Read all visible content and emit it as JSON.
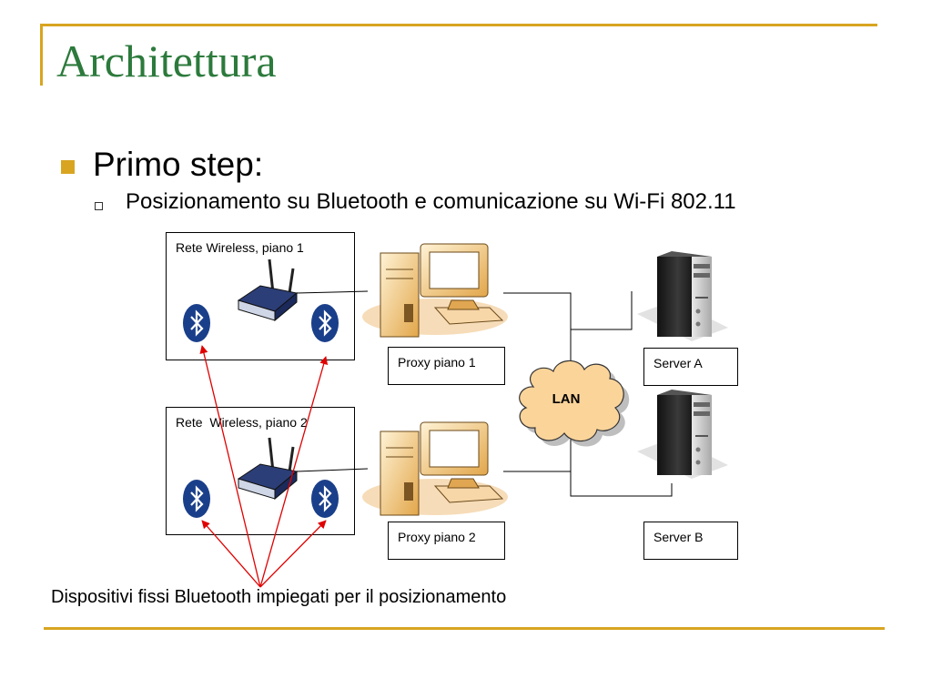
{
  "slide": {
    "title": "Architettura",
    "bullet1": "Primo step:",
    "bullet2": "Posizionamento su Bluetooth e comunicazione su Wi-Fi 802.11",
    "caption": "Dispositivi fissi Bluetooth impiegati per il posizionamento"
  },
  "diagram": {
    "wireless_net_1": "Rete Wireless, piano 1",
    "wireless_net_2": "Rete  Wireless, piano 2",
    "proxy_1": "Proxy piano 1",
    "proxy_2": "Proxy piano 2",
    "server_a": "Server A",
    "server_b": "Server B",
    "lan": "LAN"
  },
  "colors": {
    "title": "#2c7a3c",
    "accent_rule": "#d9a520",
    "arrow": "#e00000",
    "bluetooth": "#1a3f8a",
    "cloud": "#fbd49a"
  },
  "icons": [
    "bluetooth-icon",
    "wireless-router-icon",
    "desktop-computer-icon",
    "server-tower-icon",
    "cloud-icon"
  ]
}
